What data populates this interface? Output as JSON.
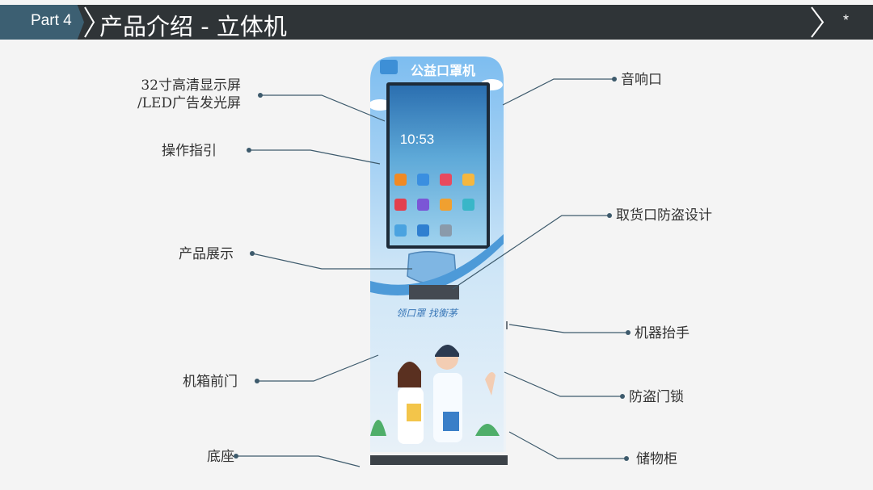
{
  "header": {
    "part": "Part 4",
    "title": "产品介绍 - 立体机",
    "marker": "*"
  },
  "machine": {
    "brand": "公益口罩机",
    "clock": "10:53",
    "slogan": "领口罩 找衡茅"
  },
  "labels": {
    "screen_line1": "32寸高清显示屏",
    "screen_line2": "/LED广告发光屏",
    "guide": "操作指引",
    "display": "产品展示",
    "front_door": "机箱前门",
    "base": "底座",
    "speaker": "音响口",
    "pickup": "取货口防盗设计",
    "handle": "机器抬手",
    "lock": "防盗门锁",
    "storage": "储物柜"
  },
  "colors": {
    "header_bg": "#2f3437",
    "tab_bg": "#3c5f72",
    "leader": "#3d5a6c",
    "machine_blue": "#6fb2e6"
  }
}
